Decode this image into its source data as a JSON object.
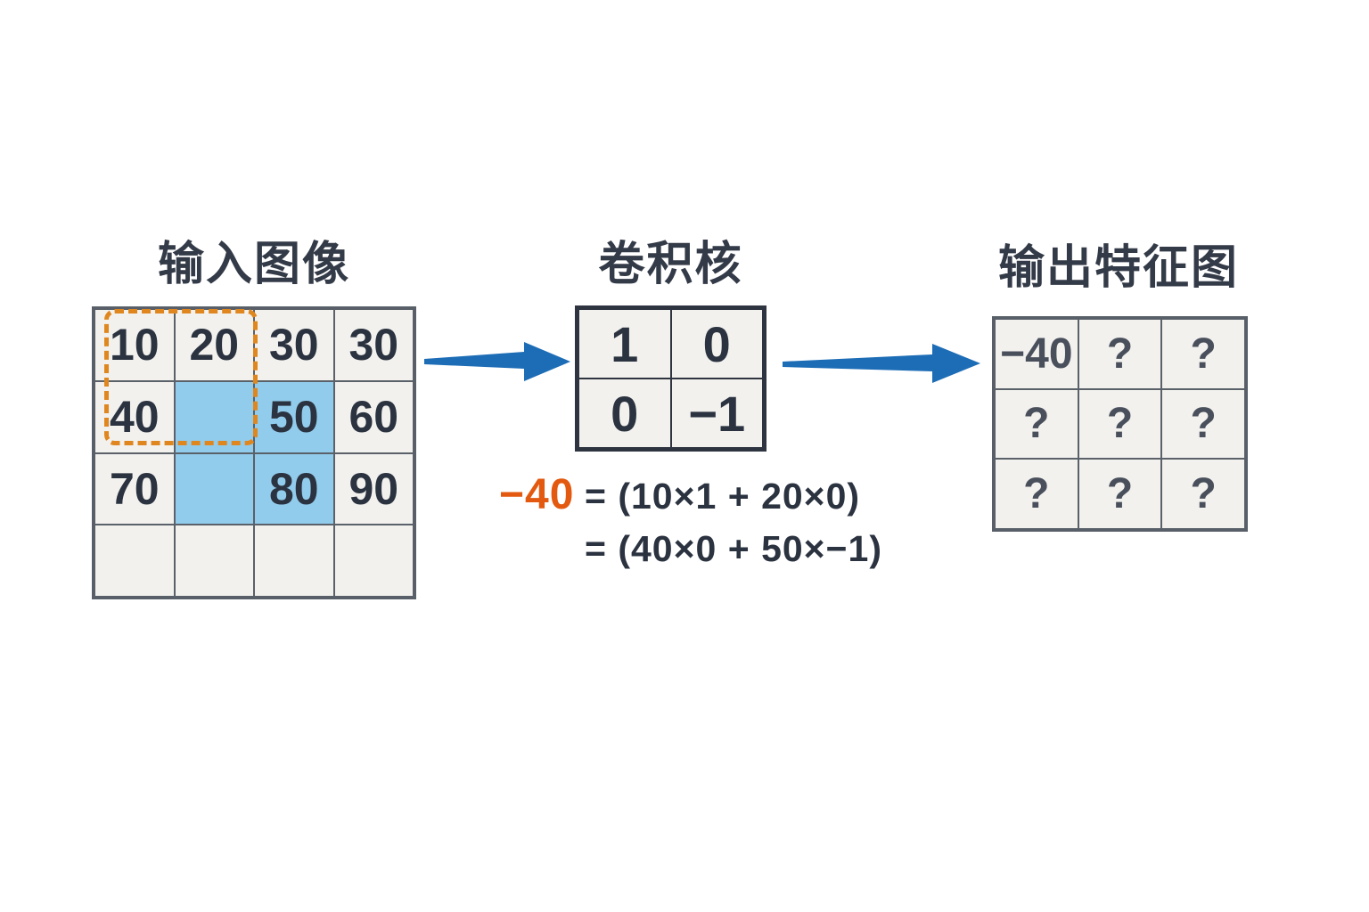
{
  "colors": {
    "accent_blue": "#1d6db6",
    "accent_orange": "#e2590f",
    "dash_orange": "#e0861f",
    "highlight_blue": "#92ccec"
  },
  "input": {
    "title": "输入图像",
    "cells": [
      [
        "10",
        "20",
        "30",
        "30"
      ],
      [
        "40",
        "",
        "50",
        "60"
      ],
      [
        "70",
        "",
        "80",
        "90"
      ],
      [
        "",
        "",
        "",
        ""
      ]
    ],
    "blue_cells": [
      [
        1,
        1
      ],
      [
        1,
        2
      ],
      [
        2,
        1
      ],
      [
        2,
        2
      ]
    ]
  },
  "kernel": {
    "title": "卷积核",
    "cells": [
      [
        "1",
        "0"
      ],
      [
        "0",
        "−1"
      ]
    ]
  },
  "output": {
    "title": "输出特征图",
    "cells": [
      [
        "−40",
        "?",
        "?"
      ],
      [
        "?",
        "?",
        "?"
      ],
      [
        "?",
        "?",
        "?"
      ]
    ],
    "orange_cells": [
      [
        0,
        0
      ]
    ]
  },
  "formula": {
    "result": "−40",
    "line1": "= (10×1 + 20×0)",
    "line2": "= (40×0 + 50×−1)"
  }
}
